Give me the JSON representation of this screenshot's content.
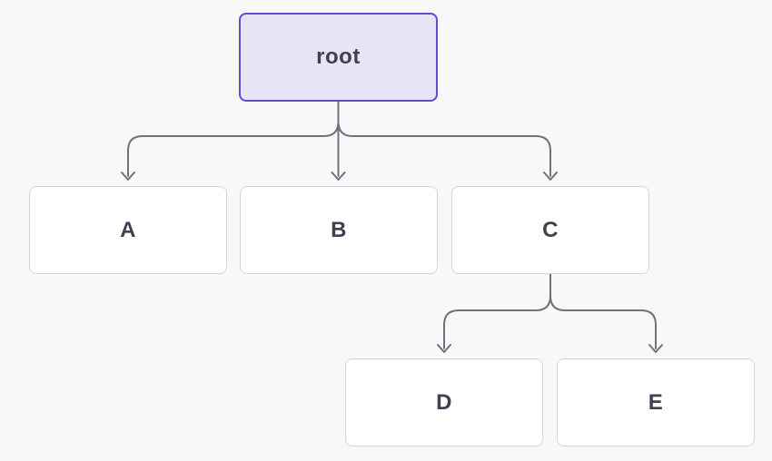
{
  "diagram": {
    "type": "tree",
    "nodes": [
      {
        "id": "root",
        "label": "root",
        "variant": "root",
        "level": 0
      },
      {
        "id": "A",
        "label": "A",
        "variant": "default",
        "level": 1
      },
      {
        "id": "B",
        "label": "B",
        "variant": "default",
        "level": 1
      },
      {
        "id": "C",
        "label": "C",
        "variant": "default",
        "level": 1
      },
      {
        "id": "D",
        "label": "D",
        "variant": "default",
        "level": 2
      },
      {
        "id": "E",
        "label": "E",
        "variant": "default",
        "level": 2
      }
    ],
    "edges": [
      {
        "from": "root",
        "to": "A"
      },
      {
        "from": "root",
        "to": "B"
      },
      {
        "from": "root",
        "to": "C"
      },
      {
        "from": "C",
        "to": "D"
      },
      {
        "from": "C",
        "to": "E"
      }
    ]
  },
  "colors": {
    "background": "#f8f8f9",
    "node_fill": "#ffffff",
    "node_border": "#d5d3da",
    "root_fill": "#e7e4f6",
    "root_border": "#5b4fd4",
    "edge_stroke": "#6f717e",
    "label_text": "#3f4150"
  }
}
